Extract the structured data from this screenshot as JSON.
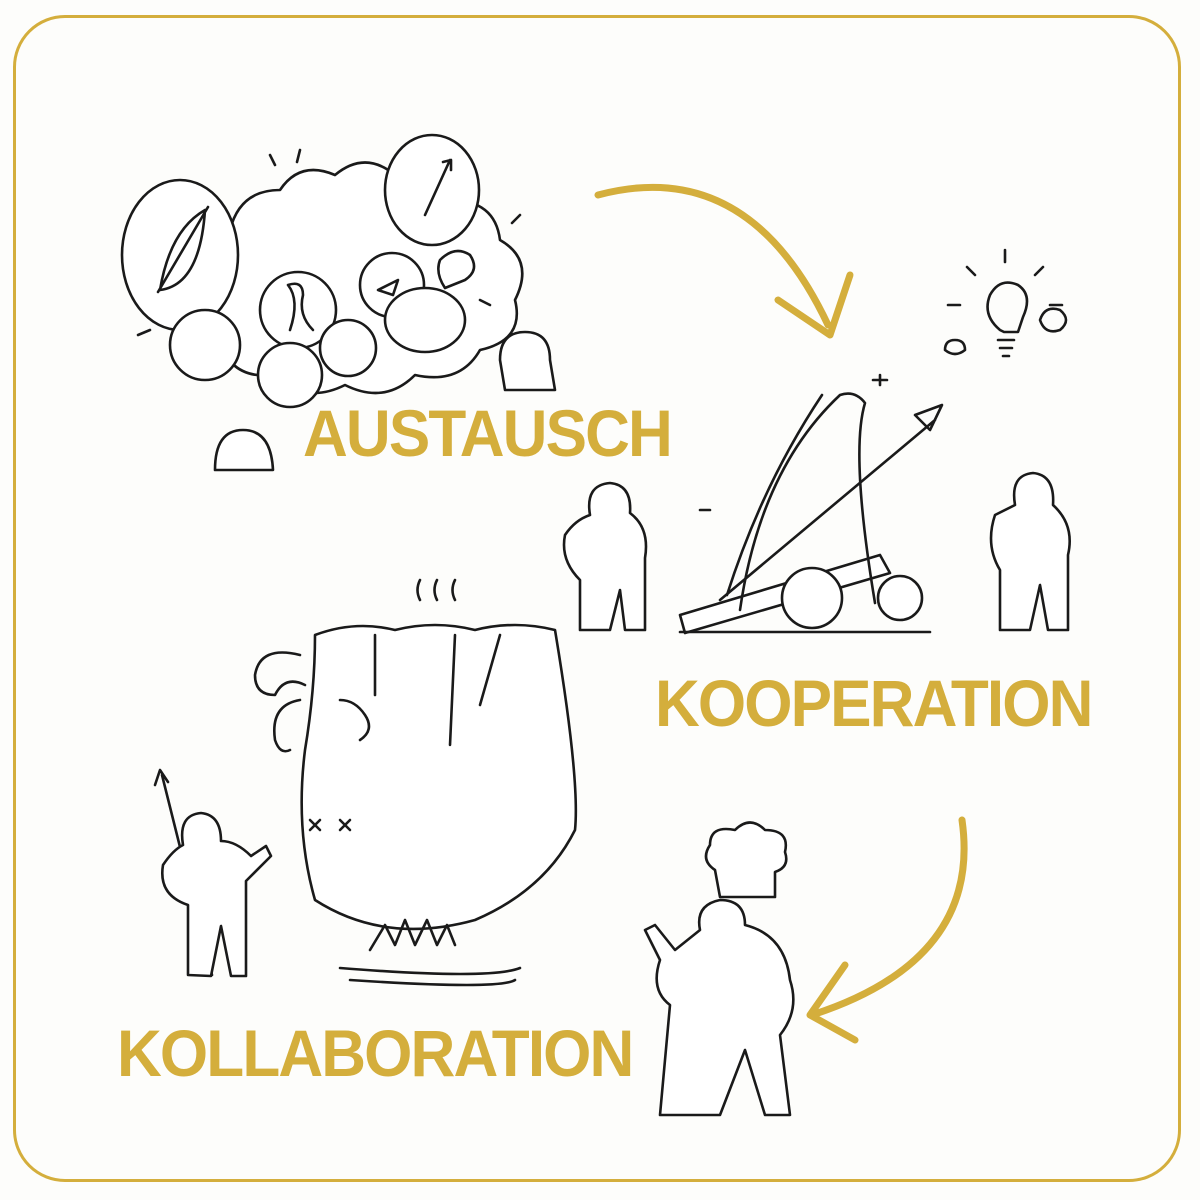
{
  "stages": [
    {
      "label": "AUSTAUSCH"
    },
    {
      "label": "KOOPERATION"
    },
    {
      "label": "KOLLABORATION"
    }
  ],
  "colors": {
    "accent": "#d4ae3c",
    "background": "#fdfdfb",
    "ink": "#1a1a1a"
  },
  "icons": [
    "exchange-bubbles-illustration",
    "catapult-illustration",
    "lightbulb-icon",
    "cooking-mammoth-illustration",
    "chef-figure",
    "arrow-curved-icon"
  ]
}
